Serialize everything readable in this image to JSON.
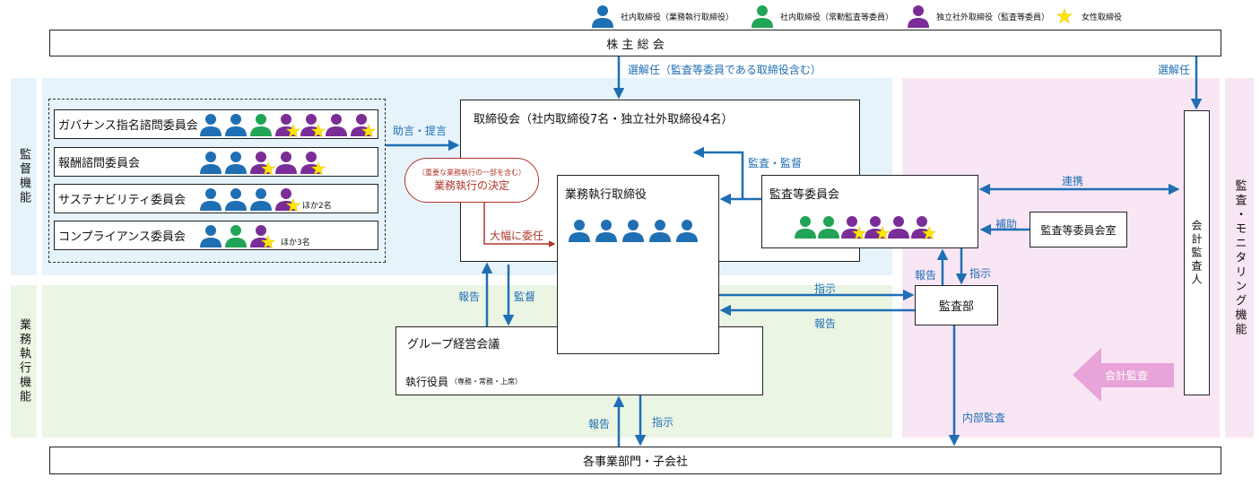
{
  "colors": {
    "blue": "#1f6fb4",
    "green": "#21a455",
    "purple": "#7a2d97",
    "star": "#ffe600",
    "arrow": "#1f6fb4",
    "red_arrow": "#b0362a",
    "pink_arrow": "#e8a4d8"
  },
  "legend": {
    "items": [
      {
        "icon": "blue-person-icon",
        "label": "社内取締役（業務執行取締役）"
      },
      {
        "icon": "green-person-icon",
        "label": "社内取締役（常勤監査等委員）"
      },
      {
        "icon": "purple-person-icon",
        "label": "独立社外取締役（監査等委員）"
      },
      {
        "icon": "star-icon",
        "label": "女性取締役"
      }
    ]
  },
  "shareholders": "株 主 総 会",
  "regions": {
    "supervision": "監督機能",
    "execution": "業務執行機能",
    "audit_monitoring": "監査・モニタリング機能"
  },
  "committees": [
    {
      "name": "ガバナンス指名諮問委員会",
      "members": [
        "blue",
        "blue",
        "green",
        "purple-star",
        "purple-star",
        "purple",
        "purple-star"
      ],
      "note": ""
    },
    {
      "name": "報酬諮問委員会",
      "members": [
        "blue",
        "blue",
        "purple-star",
        "purple",
        "purple-star"
      ],
      "note": ""
    },
    {
      "name": "サステナビリティ委員会",
      "members": [
        "blue",
        "blue",
        "blue",
        "purple-star"
      ],
      "note": "ほか2名"
    },
    {
      "name": "コンプライアンス委員会",
      "members": [
        "blue",
        "green",
        "purple-star"
      ],
      "note": "ほか3名"
    }
  ],
  "board": {
    "title": "取締役会（社内取締役7名・独立社外取締役4名）"
  },
  "decision": {
    "small": "（重要な業務執行の一部を含む）",
    "main": "業務執行の決定"
  },
  "executive_directors": {
    "title": "業務執行取締役",
    "members": [
      "blue",
      "blue",
      "blue",
      "blue",
      "blue"
    ]
  },
  "audit_committee": {
    "title": "監査等委員会",
    "members": [
      "green",
      "green",
      "purple-star",
      "purple-star",
      "purple",
      "purple-star"
    ]
  },
  "audit_office": "監査等委員会室",
  "auditor": "会計監査人",
  "audit_dept": "監査部",
  "group_meeting": {
    "title": "グループ経営会議",
    "officers": "執行役員",
    "officers_note": "（専務・常務・上席）"
  },
  "business_units": "各事業部門・子会社",
  "labels": {
    "elect": "選解任（監査等委員である取締役含む）",
    "elect2": "選解任",
    "advice": "助言・提言",
    "delegate": "大幅に委任",
    "audit_supervise": "監査・監督",
    "cooperate": "連携",
    "assist": "補助",
    "report1": "報告",
    "supervise1": "監督",
    "instruct1": "指示",
    "report2": "報告",
    "report3": "報告",
    "instruct2": "指示",
    "report4": "報告",
    "instruct3": "指示",
    "internal_audit": "内部監査",
    "accounting_audit": "会計監査"
  }
}
